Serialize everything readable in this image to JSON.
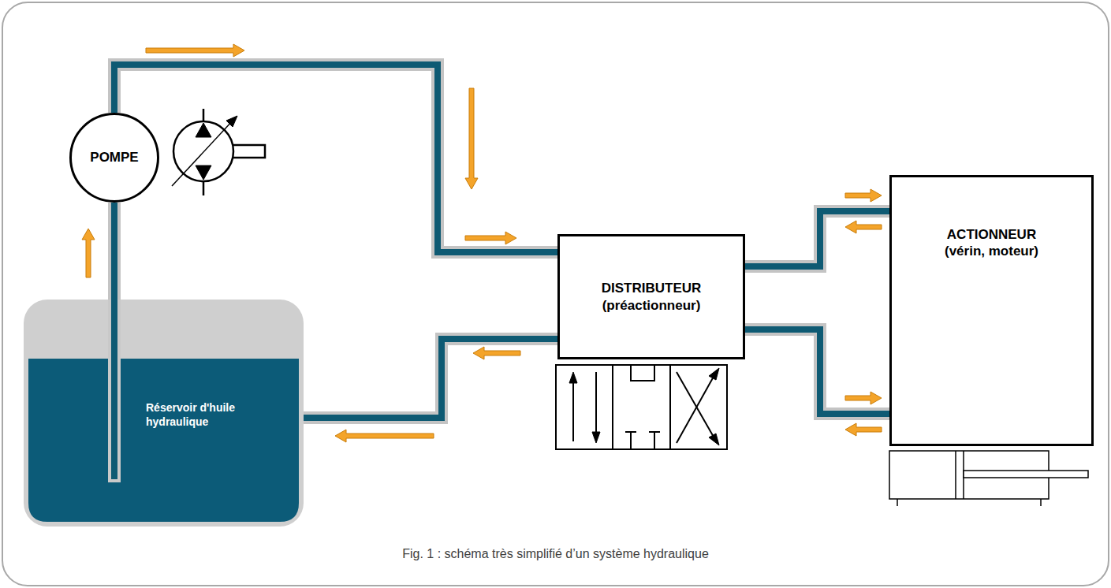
{
  "diagram": {
    "caption": "Fig. 1 : schéma très simplifié d’un système hydraulique",
    "nodes": [
      {
        "text": [
          "POMPE"
        ]
      },
      {
        "text": [
          "DISTRIBUTEUR",
          "(préactionneur)"
        ]
      },
      {
        "text": [
          "ACTIONNEUR",
          "(vérin, moteur)"
        ]
      },
      {
        "text": [
          "Réservoir d'huile hydraulique"
        ]
      }
    ],
    "edges": [
      {
        "from": 3,
        "to": 0,
        "arrow": "to"
      },
      {
        "from": 0,
        "to": 1,
        "arrow": "to"
      },
      {
        "from": 1,
        "to": 3,
        "arrow": "to"
      },
      {
        "from": 1,
        "to": 2,
        "arrow": "both"
      },
      {
        "from": 1,
        "to": 2,
        "arrow": "both"
      }
    ]
  }
}
